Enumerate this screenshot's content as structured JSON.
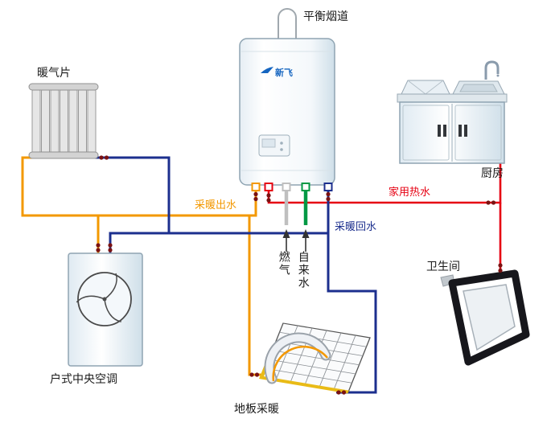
{
  "diagram": {
    "labels": {
      "flue": "平衡烟道",
      "radiator": "暖气片",
      "kitchen": "厨房",
      "domestic_hot_water": "家用热水",
      "heating_outlet": "采暖出水",
      "heating_return": "采暖回水",
      "gas": "燃气",
      "tap_water": "自来水",
      "bathroom": "卫生间",
      "central_ac": "户式中央空调",
      "floor_heating": "地板采暖"
    },
    "boiler": {
      "brand": "新飞"
    },
    "colors": {
      "heating_outlet": "#f39800",
      "heating_return": "#1c2f8e",
      "hot_water": "#e60012",
      "gas_pipe": "#bfbfbf",
      "tap_water": "#009944",
      "valve": "#7a1212"
    }
  }
}
